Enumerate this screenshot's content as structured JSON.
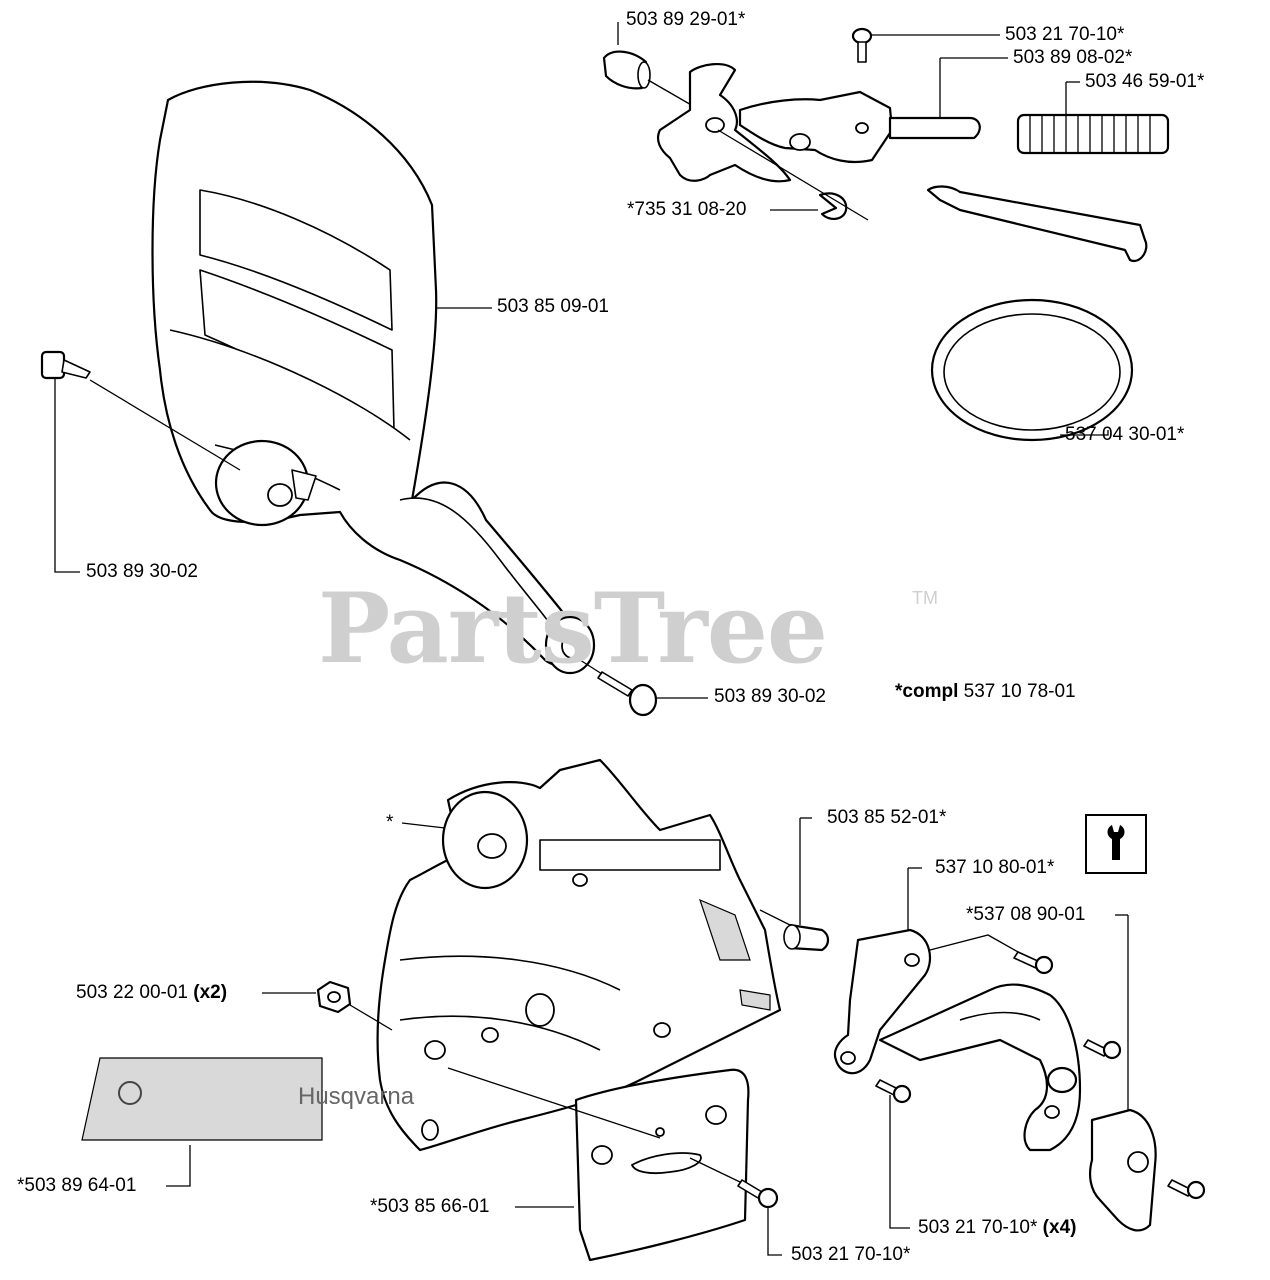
{
  "watermark": {
    "text": "PartsTree",
    "tm": "TM"
  },
  "labels": {
    "p_503_89_29_01": "503 89 29-01*",
    "p_503_21_70_10_top": "503 21 70-10*",
    "p_503_89_08_02": "503 89 08-02*",
    "p_503_46_59_01": "503 46 59-01*",
    "p_735_31_08_20": "*735 31 08-20",
    "p_503_85_09_01": "503 85 09-01",
    "p_537_04_30_01": "537 04 30-01*",
    "p_503_89_30_02_left": "503 89 30-02",
    "p_503_89_30_02_bottom": "503 89 30-02",
    "compl_prefix": "*compl",
    "compl_number": "537 10 78-01",
    "asterisk": "*",
    "p_503_85_52_01": "503 85 52-01*",
    "p_537_10_80_01": "537 10 80-01*",
    "p_537_08_90_01": "*537 08 90-01",
    "p_503_22_00_01": "503 22 00-01",
    "x2": "(x2)",
    "p_503_89_64_01": "*503 89 64-01",
    "p_503_85_66_01": "*503 85 66-01",
    "p_503_21_70_10_x4": "503 21 70-10*",
    "x4": "(x4)",
    "p_503_21_70_10_bottom": "503 21 70-10*"
  },
  "decal": {
    "brand": "Husqvarna"
  },
  "icons": {
    "tool": "wrench-icon"
  }
}
